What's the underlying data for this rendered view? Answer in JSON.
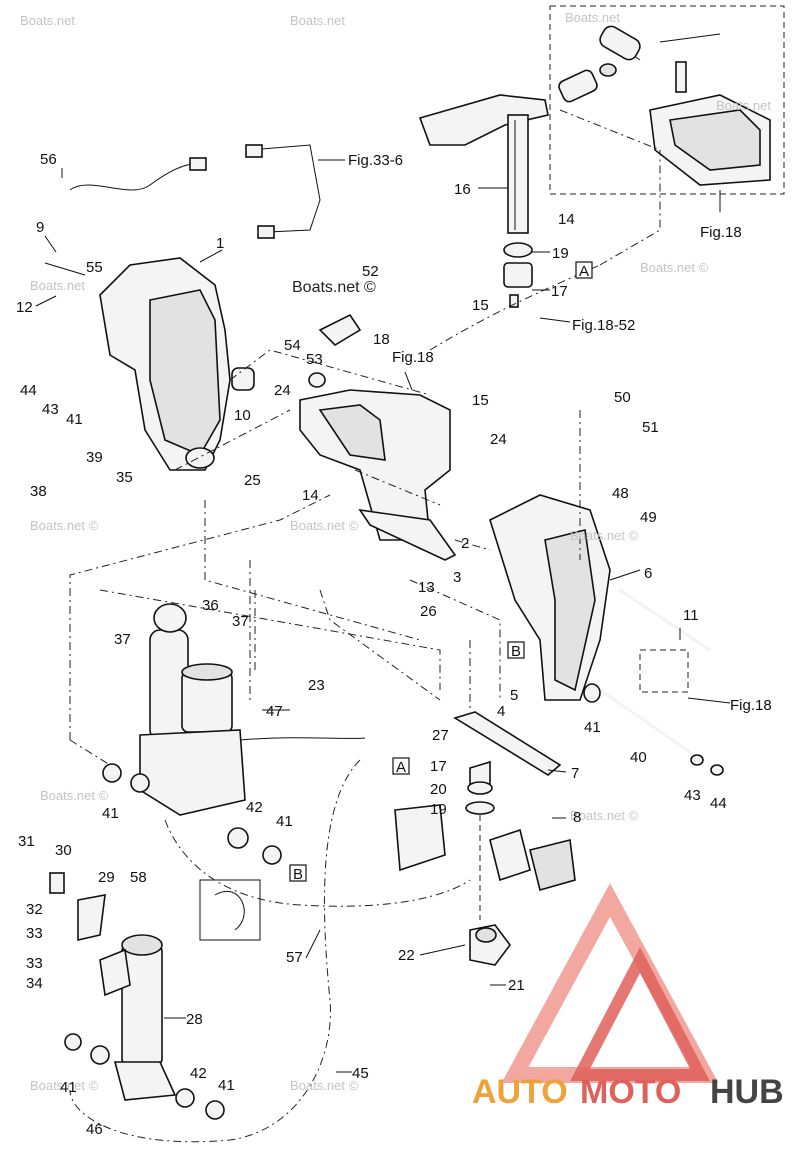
{
  "watermarks": {
    "boats_net": "Boats.net",
    "boats_net_c": "Boats.net ©",
    "copyright": "©"
  },
  "logo": {
    "part1": "AUTO",
    "part2": "MOTO",
    "part3": "HUB",
    "color_light": "#f2a7a0",
    "color_orange": "#f0a23a",
    "color_red": "#e0605a",
    "color_dark": "#444444"
  },
  "references": {
    "fig33_6": "Fig.33-6",
    "fig18_top": "Fig.18",
    "fig18_mid": "Fig.18",
    "fig18_52": "Fig.18-52",
    "fig18_right": "Fig.18"
  },
  "box_labels": {
    "a_top": "A",
    "a_mid": "A",
    "b_mid": "B",
    "b_low": "B"
  },
  "part_numbers": [
    {
      "id": "p1",
      "text": "1"
    },
    {
      "id": "p2",
      "text": "2"
    },
    {
      "id": "p3",
      "text": "3"
    },
    {
      "id": "p4",
      "text": "4"
    },
    {
      "id": "p5",
      "text": "5"
    },
    {
      "id": "p6",
      "text": "6"
    },
    {
      "id": "p7",
      "text": "7"
    },
    {
      "id": "p8",
      "text": "8"
    },
    {
      "id": "p9",
      "text": "9"
    },
    {
      "id": "p10",
      "text": "10"
    },
    {
      "id": "p11",
      "text": "11"
    },
    {
      "id": "p12",
      "text": "12"
    },
    {
      "id": "p13",
      "text": "13"
    },
    {
      "id": "p14a",
      "text": "14"
    },
    {
      "id": "p14b",
      "text": "14"
    },
    {
      "id": "p15a",
      "text": "15"
    },
    {
      "id": "p15b",
      "text": "15"
    },
    {
      "id": "p16",
      "text": "16"
    },
    {
      "id": "p17a",
      "text": "17"
    },
    {
      "id": "p17b",
      "text": "17"
    },
    {
      "id": "p18",
      "text": "18"
    },
    {
      "id": "p19a",
      "text": "19"
    },
    {
      "id": "p19b",
      "text": "19"
    },
    {
      "id": "p20",
      "text": "20"
    },
    {
      "id": "p21",
      "text": "21"
    },
    {
      "id": "p22",
      "text": "22"
    },
    {
      "id": "p23",
      "text": "23"
    },
    {
      "id": "p24a",
      "text": "24"
    },
    {
      "id": "p24b",
      "text": "24"
    },
    {
      "id": "p25",
      "text": "25"
    },
    {
      "id": "p26",
      "text": "26"
    },
    {
      "id": "p27",
      "text": "27"
    },
    {
      "id": "p28",
      "text": "28"
    },
    {
      "id": "p29",
      "text": "29"
    },
    {
      "id": "p30",
      "text": "30"
    },
    {
      "id": "p31",
      "text": "31"
    },
    {
      "id": "p32",
      "text": "32"
    },
    {
      "id": "p33a",
      "text": "33"
    },
    {
      "id": "p33b",
      "text": "33"
    },
    {
      "id": "p34",
      "text": "34"
    },
    {
      "id": "p35",
      "text": "35"
    },
    {
      "id": "p36",
      "text": "36"
    },
    {
      "id": "p37a",
      "text": "37"
    },
    {
      "id": "p37b",
      "text": "37"
    },
    {
      "id": "p38",
      "text": "38"
    },
    {
      "id": "p39",
      "text": "39"
    },
    {
      "id": "p40",
      "text": "40"
    },
    {
      "id": "p41a",
      "text": "41"
    },
    {
      "id": "p41b",
      "text": "41"
    },
    {
      "id": "p41c",
      "text": "41"
    },
    {
      "id": "p41d",
      "text": "41"
    },
    {
      "id": "p41e",
      "text": "41"
    },
    {
      "id": "p41f",
      "text": "41"
    },
    {
      "id": "p42a",
      "text": "42"
    },
    {
      "id": "p42b",
      "text": "42"
    },
    {
      "id": "p43a",
      "text": "43"
    },
    {
      "id": "p43b",
      "text": "43"
    },
    {
      "id": "p44a",
      "text": "44"
    },
    {
      "id": "p44b",
      "text": "44"
    },
    {
      "id": "p45",
      "text": "45"
    },
    {
      "id": "p46",
      "text": "46"
    },
    {
      "id": "p47",
      "text": "47"
    },
    {
      "id": "p48",
      "text": "48"
    },
    {
      "id": "p49",
      "text": "49"
    },
    {
      "id": "p50",
      "text": "50"
    },
    {
      "id": "p51",
      "text": "51"
    },
    {
      "id": "p52",
      "text": "52"
    },
    {
      "id": "p53",
      "text": "53"
    },
    {
      "id": "p54",
      "text": "54"
    },
    {
      "id": "p55",
      "text": "55"
    },
    {
      "id": "p56",
      "text": "56"
    },
    {
      "id": "p57",
      "text": "57"
    },
    {
      "id": "p58",
      "text": "58"
    }
  ]
}
